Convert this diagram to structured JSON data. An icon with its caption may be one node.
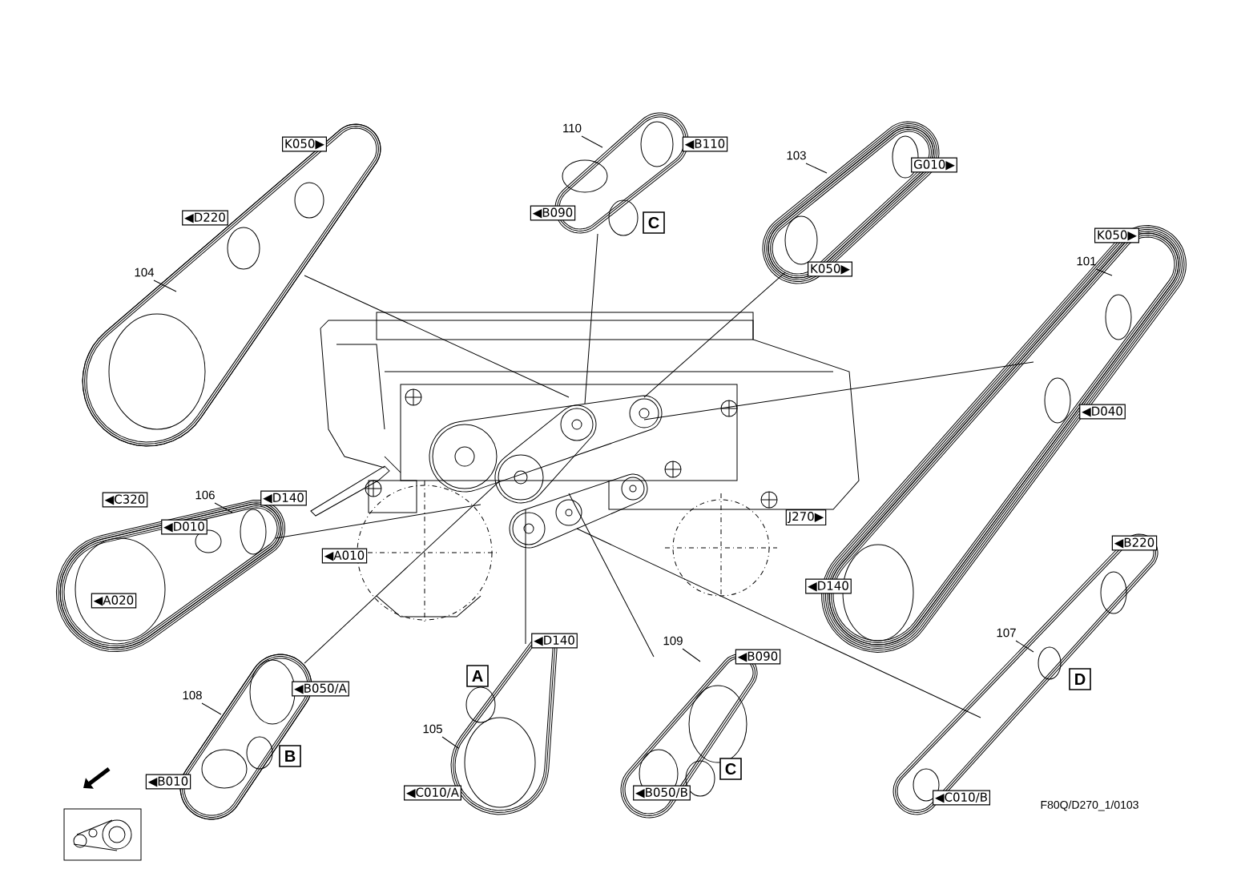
{
  "diagram": {
    "nodes": [
      {
        "text": [],
        "shape": "picture"
      },
      {
        "text": [],
        "shape": "picture",
        "beside": [
          "104"
        ]
      },
      {
        "text": [],
        "shape": "picture",
        "beside": [
          "110"
        ]
      },
      {
        "text": [],
        "shape": "picture",
        "beside": [
          "103"
        ]
      },
      {
        "text": [],
        "shape": "picture",
        "beside": [
          "101"
        ]
      },
      {
        "text": [],
        "shape": "picture",
        "beside": [
          "106"
        ]
      },
      {
        "text": [],
        "shape": "picture",
        "beside": [
          "108"
        ]
      },
      {
        "text": [],
        "shape": "picture",
        "beside": [
          "105"
        ]
      },
      {
        "text": [],
        "shape": "picture",
        "beside": [
          "109"
        ]
      },
      {
        "text": [],
        "shape": "picture",
        "beside": [
          "107"
        ]
      }
    ],
    "edges": [
      {
        "from": 1,
        "to": 0,
        "arrow": "none"
      },
      {
        "from": 2,
        "to": 0,
        "arrow": "none"
      },
      {
        "from": 3,
        "to": 0,
        "arrow": "none"
      },
      {
        "from": 4,
        "to": 0,
        "arrow": "none"
      },
      {
        "from": 5,
        "to": 0,
        "arrow": "none"
      },
      {
        "from": 6,
        "to": 0,
        "arrow": "none"
      },
      {
        "from": 7,
        "to": 0,
        "arrow": "none"
      },
      {
        "from": 8,
        "to": 0,
        "arrow": "none"
      },
      {
        "from": 9,
        "to": 0,
        "arrow": "none"
      }
    ],
    "labels": [
      "K050▶",
      "◀D220",
      "◀B110",
      "◀B090",
      "C",
      "G010▶",
      "K050▶",
      "K050▶",
      "◀C320",
      "◀D040",
      "◀D140",
      "◀D010",
      "◀A010",
      "◀A020",
      "J270▶",
      "◀D140",
      "◀B220",
      "A",
      "◀D140",
      "◀B090",
      "◀B050/A",
      "◀B010",
      "B",
      "D",
      "C",
      "◀C010/A",
      "◀B050/B",
      "◀C010/B",
      "F80Q/D270_1/0103"
    ]
  }
}
